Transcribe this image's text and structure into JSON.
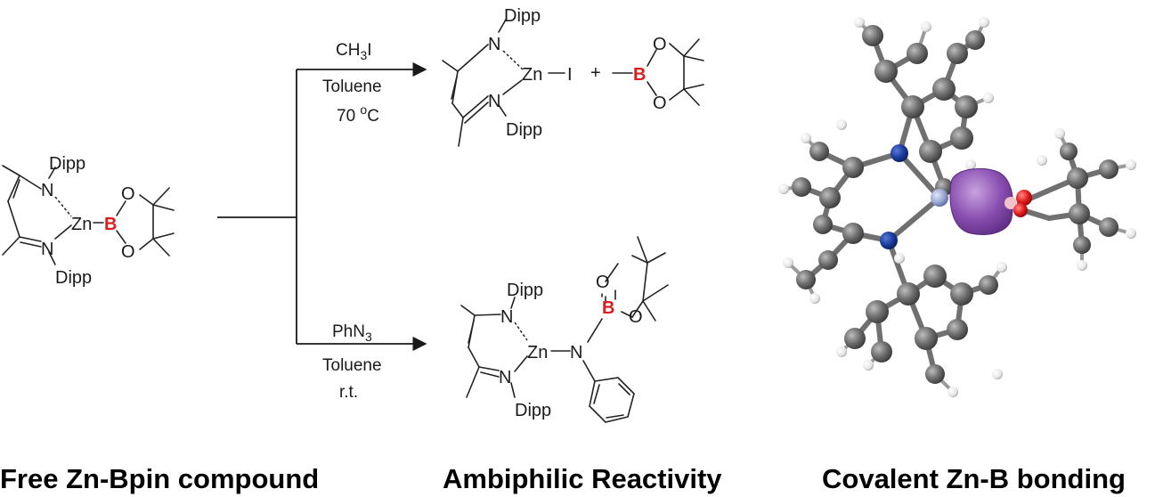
{
  "captions": {
    "left": "Free Zn-Bpin compound",
    "middle": "Ambiphilic Reactivity",
    "right": "Covalent Zn-B bonding"
  },
  "reactions": {
    "top": {
      "reagent": "CH3I",
      "reagent_main": "CH",
      "reagent_sub": "3",
      "reagent_tail": "I",
      "solvent": "Toluene",
      "temperature": "70 ºC",
      "temp_main": "70 ",
      "temp_sup": "o",
      "temp_tail": "C"
    },
    "bottom": {
      "reagent": "PhN3",
      "reagent_main": "PhN",
      "reagent_sub": "3",
      "solvent": "Toluene",
      "temperature": "r.t."
    }
  },
  "atoms": {
    "dipp": "Dipp",
    "N": "N",
    "Zn": "Zn",
    "B": "B",
    "O": "O",
    "I": "I",
    "plus": "+"
  },
  "colors": {
    "boron": "#d81e1e",
    "nitrogen_sphere": "#1a3a9a",
    "zinc_sphere": "#9aa6d4",
    "oxygen_sphere": "#e01818",
    "carbon_sphere": "#6a6a6a",
    "hydrogen_sphere": "#f2f2f2",
    "orbital": "#8a4fb0"
  }
}
